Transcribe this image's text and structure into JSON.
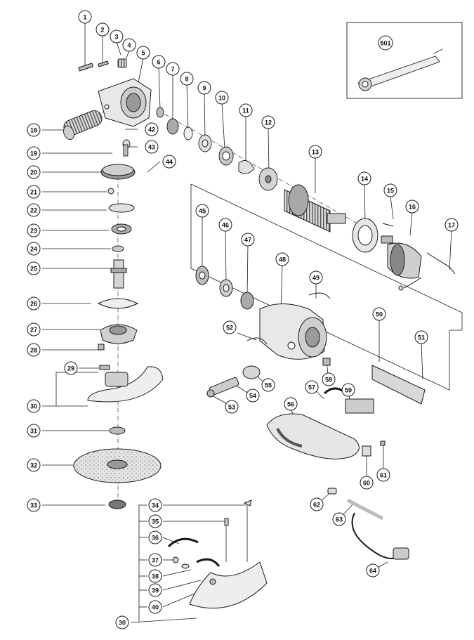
{
  "callouts": [
    {
      "id": "1",
      "label": "1"
    },
    {
      "id": "2",
      "label": "2"
    },
    {
      "id": "3",
      "label": "3"
    },
    {
      "id": "4",
      "label": "4"
    },
    {
      "id": "5",
      "label": "5"
    },
    {
      "id": "6",
      "label": "6"
    },
    {
      "id": "7",
      "label": "7"
    },
    {
      "id": "8",
      "label": "8"
    },
    {
      "id": "9",
      "label": "9"
    },
    {
      "id": "10",
      "label": "10"
    },
    {
      "id": "11",
      "label": "11"
    },
    {
      "id": "12",
      "label": "12"
    },
    {
      "id": "13",
      "label": "13"
    },
    {
      "id": "14",
      "label": "14"
    },
    {
      "id": "15",
      "label": "15"
    },
    {
      "id": "16",
      "label": "16"
    },
    {
      "id": "17",
      "label": "17"
    },
    {
      "id": "18",
      "label": "18"
    },
    {
      "id": "19",
      "label": "19"
    },
    {
      "id": "20",
      "label": "20"
    },
    {
      "id": "21",
      "label": "21"
    },
    {
      "id": "22",
      "label": "22"
    },
    {
      "id": "23",
      "label": "23"
    },
    {
      "id": "24",
      "label": "24"
    },
    {
      "id": "25",
      "label": "25"
    },
    {
      "id": "26",
      "label": "26"
    },
    {
      "id": "27",
      "label": "27"
    },
    {
      "id": "28",
      "label": "28"
    },
    {
      "id": "29",
      "label": "29"
    },
    {
      "id": "30a",
      "label": "30"
    },
    {
      "id": "31",
      "label": "31"
    },
    {
      "id": "32",
      "label": "32"
    },
    {
      "id": "33",
      "label": "33"
    },
    {
      "id": "34",
      "label": "34"
    },
    {
      "id": "35",
      "label": "35"
    },
    {
      "id": "36",
      "label": "36"
    },
    {
      "id": "37",
      "label": "37"
    },
    {
      "id": "38",
      "label": "38"
    },
    {
      "id": "39",
      "label": "39"
    },
    {
      "id": "40",
      "label": "40"
    },
    {
      "id": "30b",
      "label": "30"
    },
    {
      "id": "42",
      "label": "42"
    },
    {
      "id": "43",
      "label": "43"
    },
    {
      "id": "44",
      "label": "44"
    },
    {
      "id": "45",
      "label": "45"
    },
    {
      "id": "46",
      "label": "46"
    },
    {
      "id": "47",
      "label": "47"
    },
    {
      "id": "48",
      "label": "48"
    },
    {
      "id": "49",
      "label": "49"
    },
    {
      "id": "50",
      "label": "50"
    },
    {
      "id": "51",
      "label": "51"
    },
    {
      "id": "52",
      "label": "52"
    },
    {
      "id": "53",
      "label": "53"
    },
    {
      "id": "54",
      "label": "54"
    },
    {
      "id": "55",
      "label": "55"
    },
    {
      "id": "56",
      "label": "56"
    },
    {
      "id": "57",
      "label": "57"
    },
    {
      "id": "58",
      "label": "58"
    },
    {
      "id": "59",
      "label": "59"
    },
    {
      "id": "60",
      "label": "60"
    },
    {
      "id": "61",
      "label": "61"
    },
    {
      "id": "62",
      "label": "62"
    },
    {
      "id": "63",
      "label": "63"
    },
    {
      "id": "64",
      "label": "64"
    },
    {
      "id": "501",
      "label": "501"
    }
  ],
  "colors": {
    "ink": "#1a1a1a",
    "part_fill": "#ececec",
    "part_dark": "#9a9a9a",
    "disc_fill": "#dedede"
  }
}
